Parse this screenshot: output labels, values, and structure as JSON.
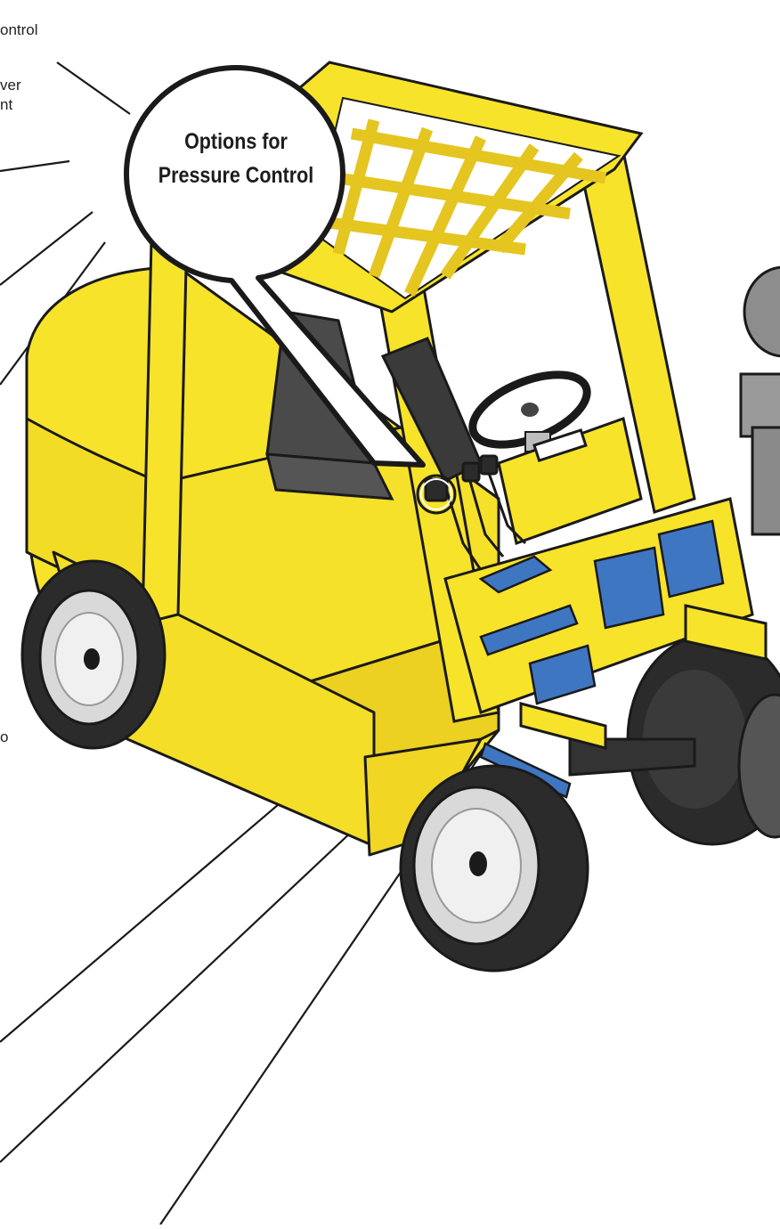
{
  "callout": {
    "title": "Options for Pressure Control"
  },
  "cropped_labels": {
    "l1": "ontrol",
    "l2": "ver",
    "l3": "nt",
    "l4": "o"
  },
  "colors": {
    "body_yellow": "#f7e32a",
    "body_shadow": "#e9c81f",
    "outline": "#1a1a1a",
    "component_blue": "#3f76c2",
    "tire": "#2b2b2b",
    "rim": "#d9d9d9",
    "seat": "#4a4a4a",
    "lamp_gray": "#8d8d8d"
  },
  "icons": [
    "pressure-control-valve-icon",
    "hydraulic-cylinder-icon",
    "control-lever-icon",
    "steering-wheel-icon"
  ]
}
